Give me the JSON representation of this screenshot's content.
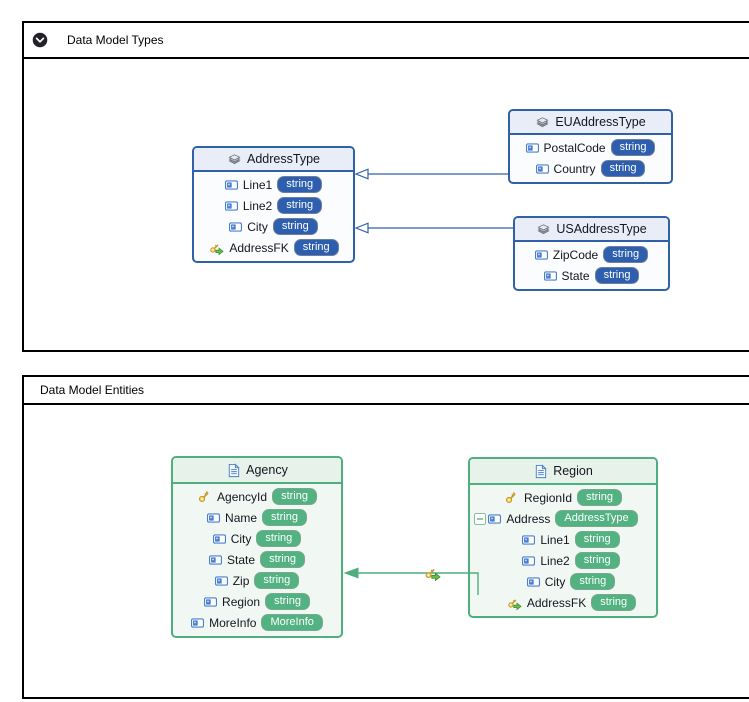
{
  "colors": {
    "panel_border": "#000000",
    "blue_accent": "#3060a8",
    "blue_header_bg": "#e9edf8",
    "blue_body_bg": "#fafcfe",
    "blue_badge_bg": "#2d5fae",
    "green_accent": "#4fae7e",
    "green_header_bg": "#e6f2ea",
    "green_body_bg": "#f1f8f3",
    "green_badge_bg": "#52b282",
    "badge_text": "#ffffff",
    "key_gold": "#f3d36b",
    "fk_arrow_green": "#6abf4b"
  },
  "panels": {
    "types": {
      "title": "Data Model Types",
      "collapse_icon": "chevron-down-circle-icon",
      "entities": [
        {
          "name": "AddressType",
          "icon": "stack-icon",
          "theme": "blue",
          "fields": [
            {
              "icon": "column-icon",
              "name": "Line1",
              "type": "string"
            },
            {
              "icon": "column-icon",
              "name": "Line2",
              "type": "string"
            },
            {
              "icon": "column-icon",
              "name": "City",
              "type": "string"
            },
            {
              "icon": "foreign-key-icon",
              "name": "AddressFK",
              "type": "string"
            }
          ]
        },
        {
          "name": "EUAddressType",
          "icon": "stack-icon",
          "theme": "blue",
          "fields": [
            {
              "icon": "column-icon",
              "name": "PostalCode",
              "type": "string"
            },
            {
              "icon": "column-icon",
              "name": "Country",
              "type": "string"
            }
          ]
        },
        {
          "name": "USAddressType",
          "icon": "stack-icon",
          "theme": "blue",
          "fields": [
            {
              "icon": "column-icon",
              "name": "ZipCode",
              "type": "string"
            },
            {
              "icon": "column-icon",
              "name": "State",
              "type": "string"
            }
          ]
        }
      ],
      "connections": [
        {
          "from": "EUAddressType",
          "to": "AddressType",
          "style": "inheritance-arrow"
        },
        {
          "from": "USAddressType",
          "to": "AddressType",
          "style": "inheritance-arrow"
        }
      ]
    },
    "entities": {
      "title": "Data Model Entities",
      "entities": [
        {
          "name": "Agency",
          "icon": "document-icon",
          "theme": "green",
          "fields": [
            {
              "icon": "key-icon",
              "name": "AgencyId",
              "type": "string"
            },
            {
              "icon": "column-icon",
              "name": "Name",
              "type": "string"
            },
            {
              "icon": "column-icon",
              "name": "City",
              "type": "string"
            },
            {
              "icon": "column-icon",
              "name": "State",
              "type": "string"
            },
            {
              "icon": "column-icon",
              "name": "Zip",
              "type": "string"
            },
            {
              "icon": "column-icon",
              "name": "Region",
              "type": "string"
            },
            {
              "icon": "column-icon",
              "name": "MoreInfo",
              "type": "MoreInfo"
            }
          ]
        },
        {
          "name": "Region",
          "icon": "document-icon",
          "theme": "green",
          "fields": [
            {
              "icon": "key-icon",
              "name": "RegionId",
              "type": "string"
            },
            {
              "icon": "column-icon",
              "name": "Address",
              "type": "AddressType",
              "toggle": "minus"
            },
            {
              "icon": "column-icon",
              "name": "Line1",
              "type": "string",
              "indent": true
            },
            {
              "icon": "column-icon",
              "name": "Line2",
              "type": "string",
              "indent": true
            },
            {
              "icon": "column-icon",
              "name": "City",
              "type": "string",
              "indent": true
            },
            {
              "icon": "foreign-key-icon",
              "name": "AddressFK",
              "type": "string",
              "indent": true
            }
          ]
        }
      ],
      "connections": [
        {
          "from": "Region.AddressFK",
          "to": "Agency",
          "style": "foreign-key-arrow"
        }
      ]
    }
  }
}
